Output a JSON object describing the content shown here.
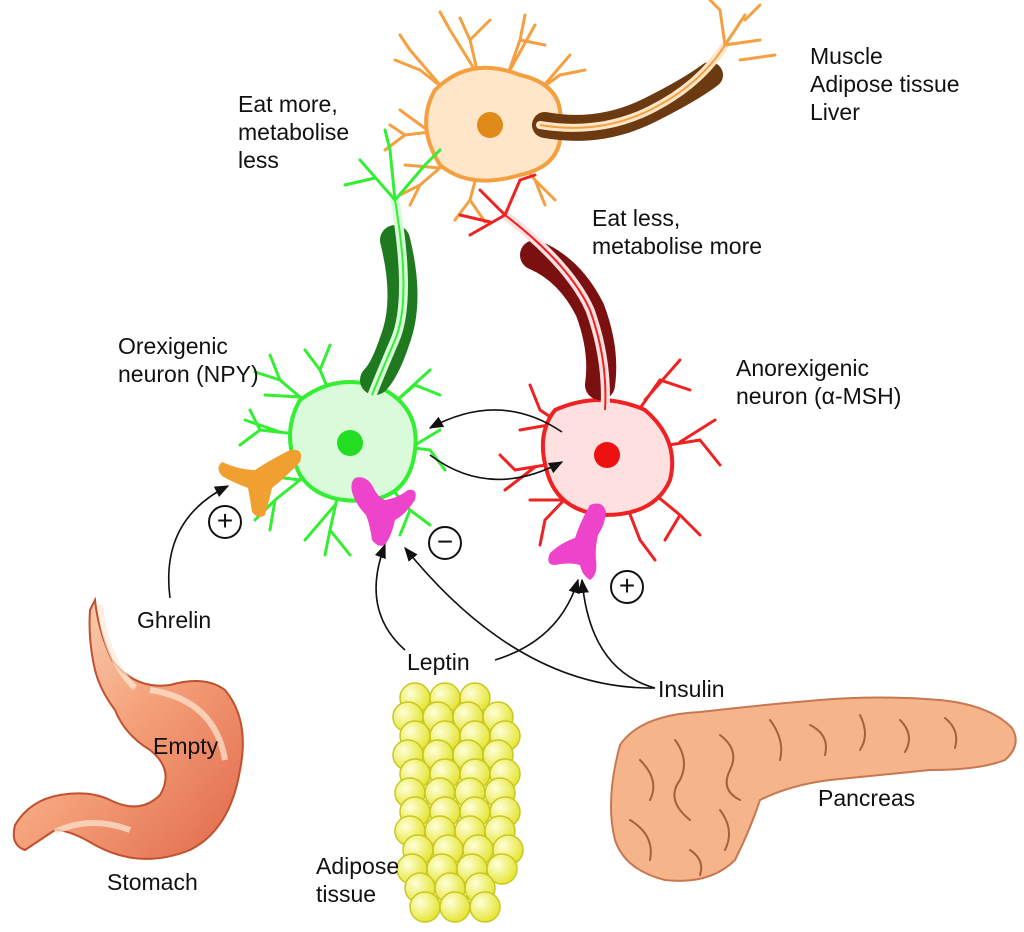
{
  "labels": {
    "target_organs": [
      "Muscle",
      "Adipose tissue",
      "Liver"
    ],
    "eat_more": [
      "Eat more,",
      "metabolise",
      "less"
    ],
    "eat_less": [
      "Eat less,",
      "metabolise more"
    ],
    "orexigenic": [
      "Orexigenic",
      "neuron (NPY)"
    ],
    "anorexigenic": [
      "Anorexigenic",
      "neuron (α-MSH)"
    ],
    "ghrelin": "Ghrelin",
    "leptin": "Leptin",
    "insulin": "Insulin",
    "empty": "Empty",
    "stomach": "Stomach",
    "adipose_tissue": [
      "Adipose",
      "tissue"
    ],
    "pancreas": "Pancreas"
  },
  "signs": {
    "ghrelin_effect": "+",
    "leptin_on_orexigenic": "−",
    "on_anorexigenic": "+"
  },
  "colors": {
    "orexigenic_neuron": "#33ee33",
    "orexigenic_body": "#d9fbd9",
    "orexigenic_myelin": "#1f7a1f",
    "anorexigenic_neuron": "#ee2222",
    "anorexigenic_body": "#ffe0e0",
    "anorexigenic_myelin": "#7a1010",
    "effector_neuron": "#f5a040",
    "effector_body": "#ffe6c8",
    "effector_myelin": "#6b3a10",
    "ghrelin_receptor": "#f0a030",
    "leptin_receptor": "#ee44cc",
    "adipose_cells": "#f0f060",
    "stomach": "#f08a60",
    "pancreas": "#f6b48a"
  }
}
